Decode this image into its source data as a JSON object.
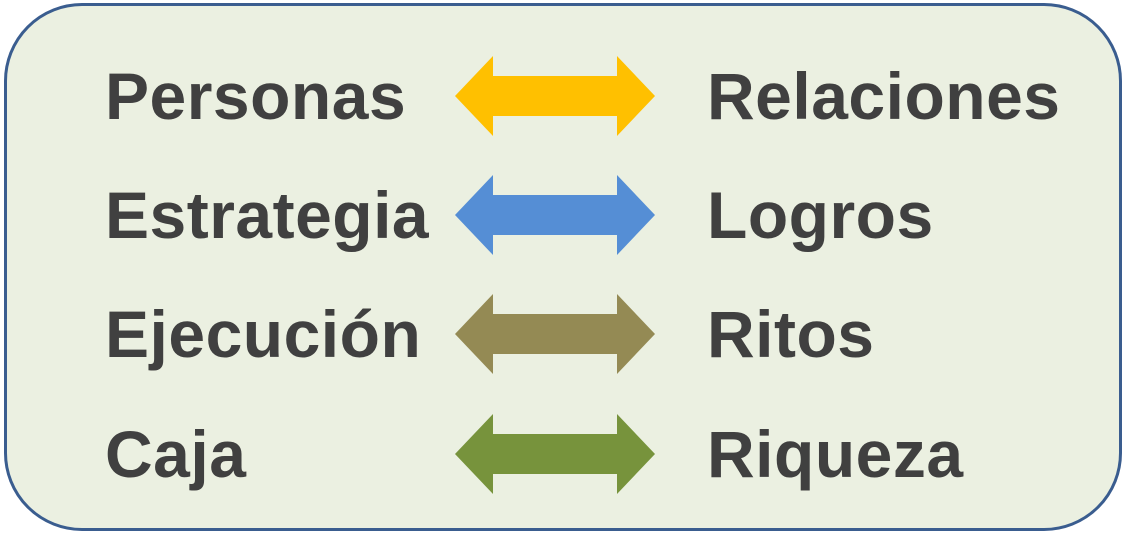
{
  "rows": [
    {
      "left": "Personas",
      "right": "Relaciones",
      "arrow_color": "#ffc000",
      "arrow_icon": "double-headed-arrow"
    },
    {
      "left": "Estrategia",
      "right": "Logros",
      "arrow_color": "#558ed5",
      "arrow_icon": "double-headed-arrow"
    },
    {
      "left": "Ejecución",
      "right": "Ritos",
      "arrow_color": "#948a54",
      "arrow_icon": "double-headed-arrow"
    },
    {
      "left": "Caja",
      "right": "Riqueza",
      "arrow_color": "#77933c",
      "arrow_icon": "double-headed-arrow"
    }
  ],
  "colors": {
    "panel_background": "#ebf0e1",
    "panel_border": "#3a5d8f",
    "text": "#404040"
  }
}
